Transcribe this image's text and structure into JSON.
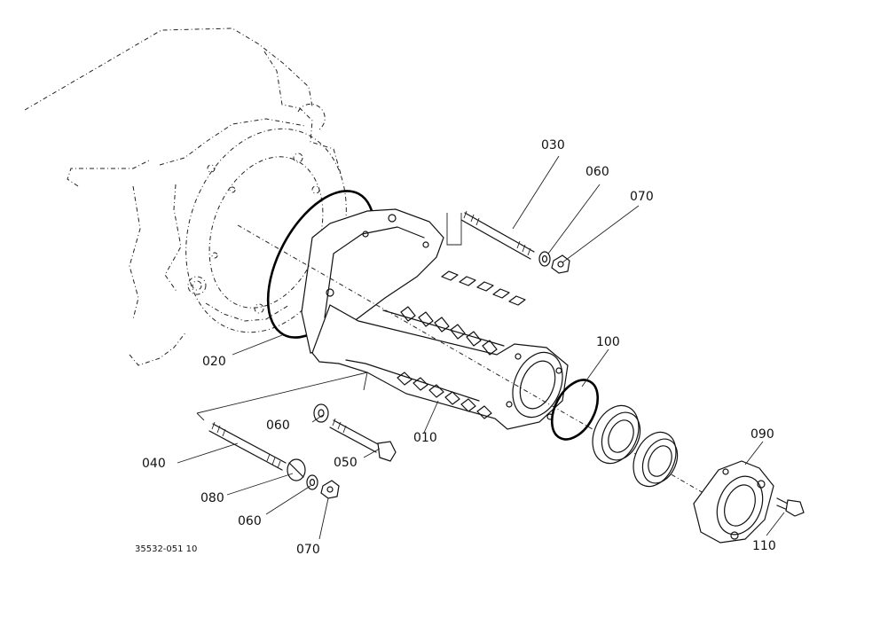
{
  "callouts": {
    "p010": "010",
    "p020": "020",
    "p030": "030",
    "p040": "040",
    "p050": "050",
    "p060_top": "060",
    "p060_mid": "060",
    "p060_bot": "060",
    "p070_top": "070",
    "p070_bot": "070",
    "p080": "080",
    "p090": "090",
    "p100": "100",
    "p110": "110"
  },
  "drawing_code": "35532-051 10"
}
